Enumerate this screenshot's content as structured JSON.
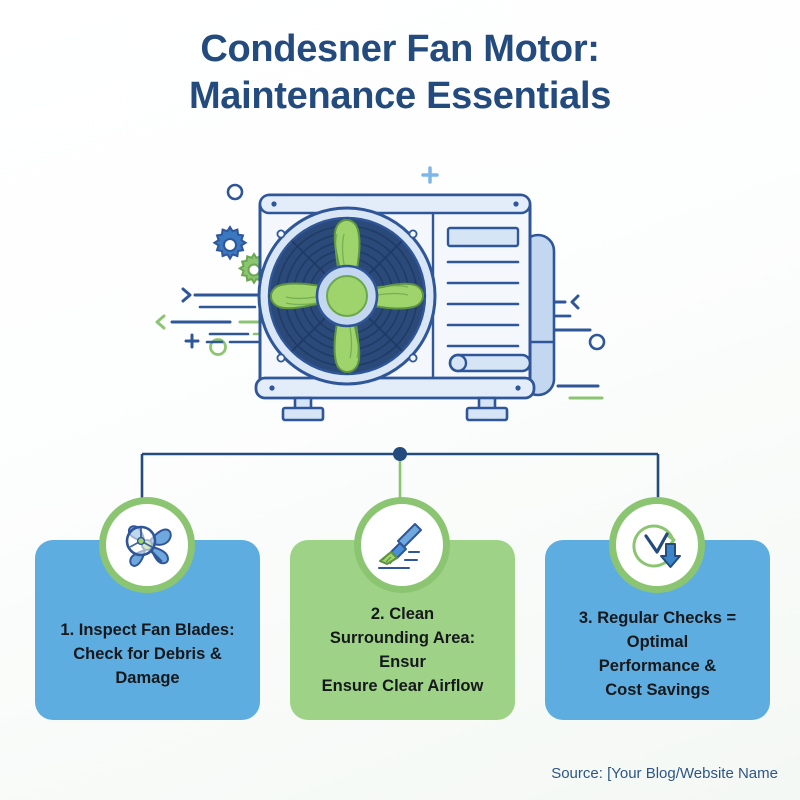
{
  "title": {
    "line1": "Condesner Fan Motor:",
    "line2": "Maintenance Essentials",
    "color": "#234B7D"
  },
  "illustration": {
    "name": "hvac-condenser-unit",
    "body_color": "#EEF4FB",
    "outline_color": "#2F5699",
    "fan_recess_color": "#2B4979",
    "fan_blade_color": "#9FD36B",
    "accent_green": "#8CC572",
    "accent_blue": "#2F5699"
  },
  "connector": {
    "name": "tree-connector",
    "line_color": "#234B7D",
    "center_dot_color": "#234B7D",
    "middle_stem_color": "#8CC572"
  },
  "cards": [
    {
      "id": "card-1",
      "number": "1.",
      "text": "1. Inspect Fan Blades:\nCheck for Debris &\nDamage",
      "color": "#5EADE0",
      "icon": "fan-inspection-icon"
    },
    {
      "id": "card-2",
      "number": "2.",
      "text": "2.       Clean\nSurrounding Area:\nEnsur\nEnsure Clear Airflow",
      "color": "#9ED387",
      "icon": "broom-sweep-icon"
    },
    {
      "id": "card-3",
      "number": "3.",
      "text": "3. Regular Checks =\nOptimal\nPerformance &\nCost Savings",
      "color": "#5EADE0",
      "icon": "clock-download-icon"
    }
  ],
  "badges": {
    "ring_color": "#8CC572",
    "fill_color": "#ffffff"
  },
  "footer": {
    "source": "Source: [Your Blog/Website Name",
    "color": "#2E5684"
  }
}
